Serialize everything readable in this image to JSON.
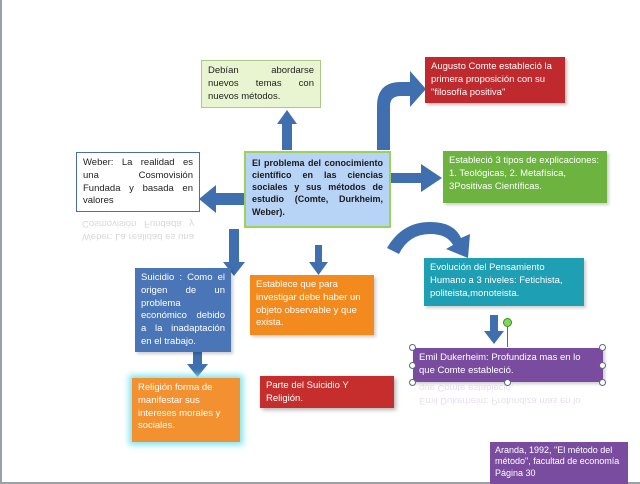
{
  "nodes": {
    "center": "El problema del conocimiento científico en las ciencias sociales y sus métodos de estudio (Comte, Durkheim, Weber).",
    "new_themes": "Debían abordarse nuevos temas con nuevos métodos.",
    "comte": "Augusto Comte estableció la primera proposición con su \"filosofía positiva\"",
    "weber": "Weber: La realidad es una Cosmovisión Fundada y basada en valores",
    "weber_reflection": "Weber: La realidad es una Cosmovisión Fundada y basada en valores",
    "explanations": "Estableció 3 tipos de explicaciones: 1. Teológicas, 2. Metafísica, 3Positivas Científicas.",
    "suicide": "Suicidio : Como el origen de un problema económico debido a la inadaptación en el trabajo.",
    "observable": "Establece que para investigar debe haber un objeto observable y que exista.",
    "evolution": "Evolución del Pensamiento Humano a 3 niveles: Fetichista, politeista,monoteista.",
    "durkheim": "Emil Dukerheim: Profundiza mas en lo que Comte estableció.",
    "durkheim_reflection": "Emil Dukerheim: Profundiza mas en lo que Comte estableció.",
    "religion": "Religión forma de manifestar sus intereses morales y sociales.",
    "part_suicide": "Parte del  Suicidio Y Religión.",
    "citation": "Aranda, 1992, \"El método del método\", facultad de economía  Página 30"
  },
  "colors": {
    "center_bg": "#b7d3f5",
    "center_border": "#9bd35a",
    "arrow_blue": "#3f6fae",
    "comte_bg": "#c0292e",
    "explanations_bg": "#6cb33f",
    "suicide_bg": "#4a76b8",
    "observable_bg": "#f28a1e",
    "evolution_bg": "#1e9fb3",
    "durkheim_bg": "#7a4c9f",
    "religion_bg": "#f39130",
    "part_suicide_bg": "#c62d2d",
    "citation_bg": "#7a4c9f",
    "new_themes_bg": "#e8f5d0"
  },
  "icons": [
    "arrow-up-icon",
    "arrow-left-icon",
    "arrow-right-icon",
    "arrow-down-icon",
    "curved-arrow-icon"
  ]
}
